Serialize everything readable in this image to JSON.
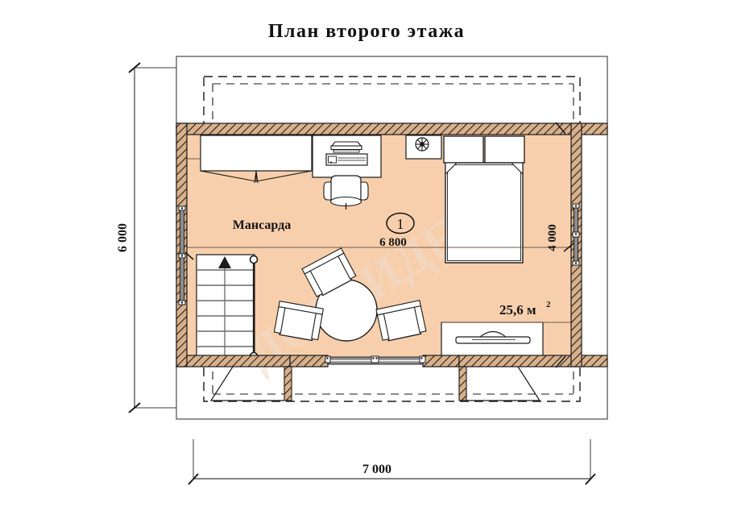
{
  "document": {
    "title": "План второго этажа",
    "type": "architectural-floor-plan",
    "language": "ru"
  },
  "colors": {
    "room_fill": "#f8cfac",
    "wall_hatch_fill": "#d8b08a",
    "wall_hatch_line": "#1a1a1a",
    "outline": "#1a1a1a",
    "thin_line": "#55524f",
    "window_fill": "#8d8d8d",
    "background": "#ffffff",
    "watermark": "#f2e2d6"
  },
  "room": {
    "name": "Мансарда",
    "number": "1",
    "width_label": "6 800",
    "depth_label": "4 000",
    "area_label": "25,6 м",
    "area_superscript": "2"
  },
  "dimensions": {
    "overall_width": "7 000",
    "overall_height": "6 000"
  },
  "furniture": [
    {
      "name": "wardrobe",
      "label": "Шкаф-купе"
    },
    {
      "name": "desk",
      "label": "Письменный стол"
    },
    {
      "name": "printer",
      "label": "Принтер"
    },
    {
      "name": "office-chair",
      "label": "Офисное кресло"
    },
    {
      "name": "nightstand",
      "label": "Тумба"
    },
    {
      "name": "lamp",
      "label": "Светильник"
    },
    {
      "name": "double-bed",
      "label": "Двуспальная кровать"
    },
    {
      "name": "round-table",
      "label": "Круглый стол"
    },
    {
      "name": "armchair",
      "label": "Кресло"
    },
    {
      "name": "sofa",
      "label": "Диван"
    },
    {
      "name": "staircase",
      "label": "Лестница"
    }
  ],
  "watermark": {
    "text": "ДОМ ИДЕЙ"
  }
}
